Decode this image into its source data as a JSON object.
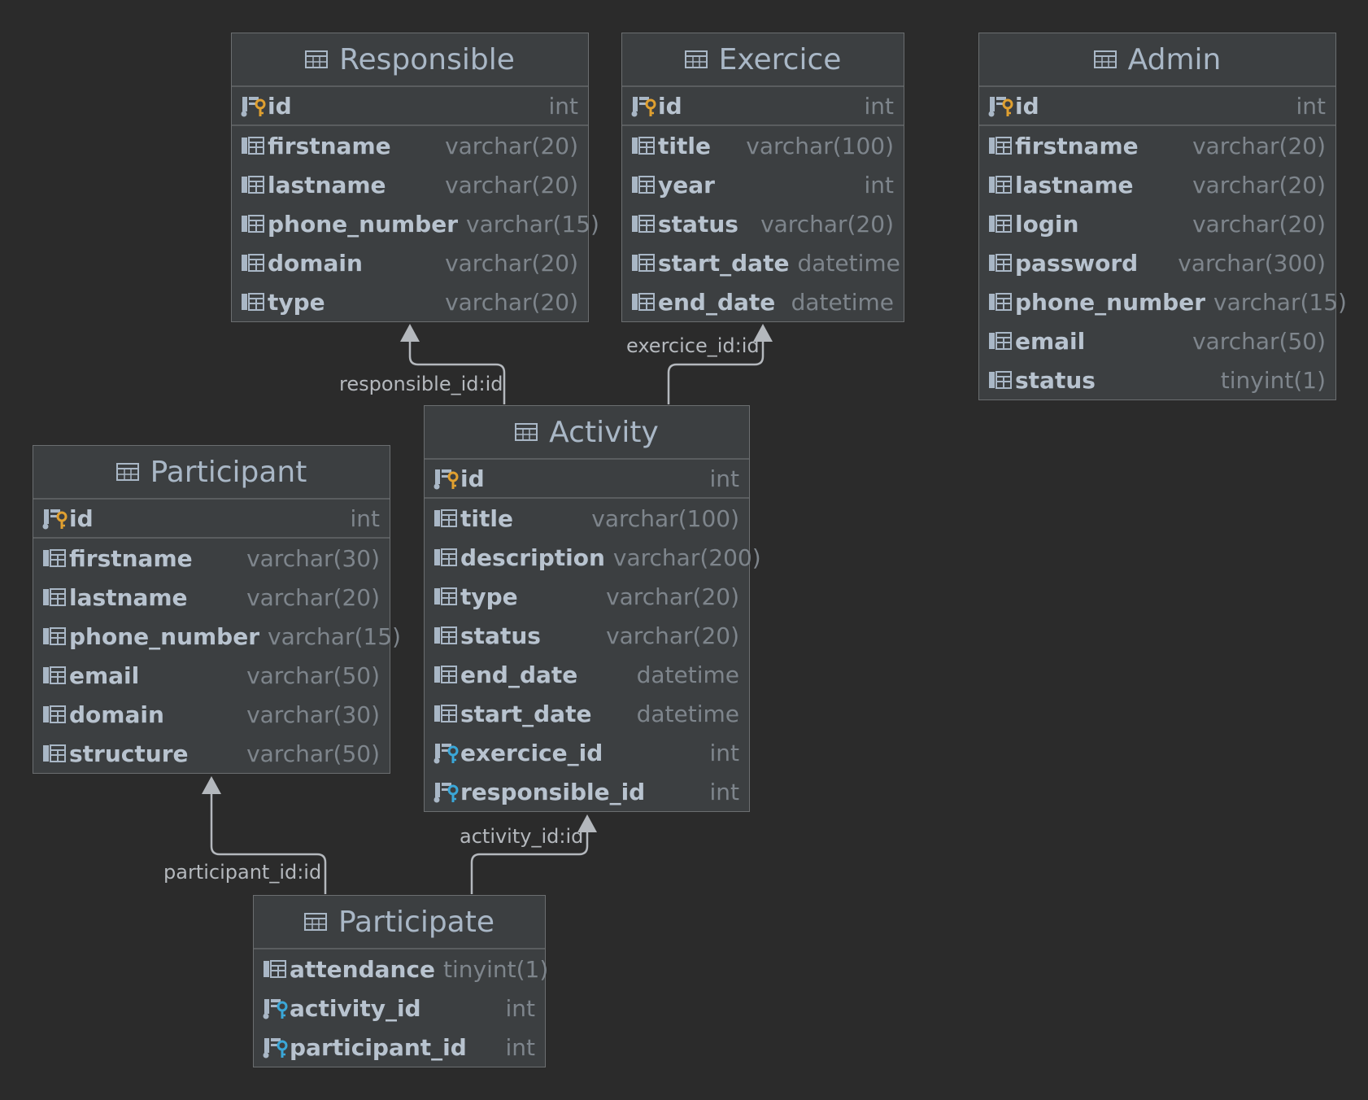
{
  "tables": [
    {
      "key": "responsible",
      "name": "Responsible",
      "columns": [
        {
          "name": "id",
          "type": "int",
          "kind": "pk"
        },
        {
          "name": "firstname",
          "type": "varchar(20)",
          "kind": "col"
        },
        {
          "name": "lastname",
          "type": "varchar(20)",
          "kind": "col"
        },
        {
          "name": "phone_number",
          "type": "varchar(15)",
          "kind": "col"
        },
        {
          "name": "domain",
          "type": "varchar(20)",
          "kind": "col"
        },
        {
          "name": "type",
          "type": "varchar(20)",
          "kind": "col"
        }
      ]
    },
    {
      "key": "exercice",
      "name": "Exercice",
      "columns": [
        {
          "name": "id",
          "type": "int",
          "kind": "pk"
        },
        {
          "name": "title",
          "type": "varchar(100)",
          "kind": "col"
        },
        {
          "name": "year",
          "type": "int",
          "kind": "col"
        },
        {
          "name": "status",
          "type": "varchar(20)",
          "kind": "col"
        },
        {
          "name": "start_date",
          "type": "datetime",
          "kind": "col"
        },
        {
          "name": "end_date",
          "type": "datetime",
          "kind": "col"
        }
      ]
    },
    {
      "key": "admin",
      "name": "Admin",
      "columns": [
        {
          "name": "id",
          "type": "int",
          "kind": "pk"
        },
        {
          "name": "firstname",
          "type": "varchar(20)",
          "kind": "col"
        },
        {
          "name": "lastname",
          "type": "varchar(20)",
          "kind": "col"
        },
        {
          "name": "login",
          "type": "varchar(20)",
          "kind": "col"
        },
        {
          "name": "password",
          "type": "varchar(300)",
          "kind": "col"
        },
        {
          "name": "phone_number",
          "type": "varchar(15)",
          "kind": "col"
        },
        {
          "name": "email",
          "type": "varchar(50)",
          "kind": "col"
        },
        {
          "name": "status",
          "type": "tinyint(1)",
          "kind": "col"
        }
      ]
    },
    {
      "key": "participant",
      "name": "Participant",
      "columns": [
        {
          "name": "id",
          "type": "int",
          "kind": "pk"
        },
        {
          "name": "firstname",
          "type": "varchar(30)",
          "kind": "col"
        },
        {
          "name": "lastname",
          "type": "varchar(20)",
          "kind": "col"
        },
        {
          "name": "phone_number",
          "type": "varchar(15)",
          "kind": "col"
        },
        {
          "name": "email",
          "type": "varchar(50)",
          "kind": "col"
        },
        {
          "name": "domain",
          "type": "varchar(30)",
          "kind": "col"
        },
        {
          "name": "structure",
          "type": "varchar(50)",
          "kind": "col"
        }
      ]
    },
    {
      "key": "activity",
      "name": "Activity",
      "columns": [
        {
          "name": "id",
          "type": "int",
          "kind": "pk"
        },
        {
          "name": "title",
          "type": "varchar(100)",
          "kind": "col"
        },
        {
          "name": "description",
          "type": "varchar(200)",
          "kind": "col"
        },
        {
          "name": "type",
          "type": "varchar(20)",
          "kind": "col"
        },
        {
          "name": "status",
          "type": "varchar(20)",
          "kind": "col"
        },
        {
          "name": "end_date",
          "type": "datetime",
          "kind": "col"
        },
        {
          "name": "start_date",
          "type": "datetime",
          "kind": "col"
        },
        {
          "name": "exercice_id",
          "type": "int",
          "kind": "fk"
        },
        {
          "name": "responsible_id",
          "type": "int",
          "kind": "fk"
        }
      ]
    },
    {
      "key": "participate",
      "name": "Participate",
      "columns": [
        {
          "name": "attendance",
          "type": "tinyint(1)",
          "kind": "col"
        },
        {
          "name": "activity_id",
          "type": "int",
          "kind": "fk"
        },
        {
          "name": "participant_id",
          "type": "int",
          "kind": "fk"
        }
      ]
    }
  ],
  "relations": [
    {
      "key": "responsible",
      "label": "responsible_id:id",
      "from": "activity",
      "to": "responsible"
    },
    {
      "key": "exercice",
      "label": "exercice_id:id",
      "from": "activity",
      "to": "exercice"
    },
    {
      "key": "participant",
      "label": "participant_id:id",
      "from": "participate",
      "to": "participant"
    },
    {
      "key": "activity",
      "label": "activity_id:id",
      "from": "participate",
      "to": "activity"
    }
  ],
  "colors": {
    "background": "#2b2b2b",
    "table_fill": "#3c3f41",
    "pk_key": "#e0a030",
    "fk_key": "#3aa7d8",
    "edge": "#b4b8bd"
  },
  "icons": {
    "table": "table-grid-icon",
    "column": "column-icon",
    "pk": "primary-key-icon",
    "fk": "foreign-key-icon"
  }
}
